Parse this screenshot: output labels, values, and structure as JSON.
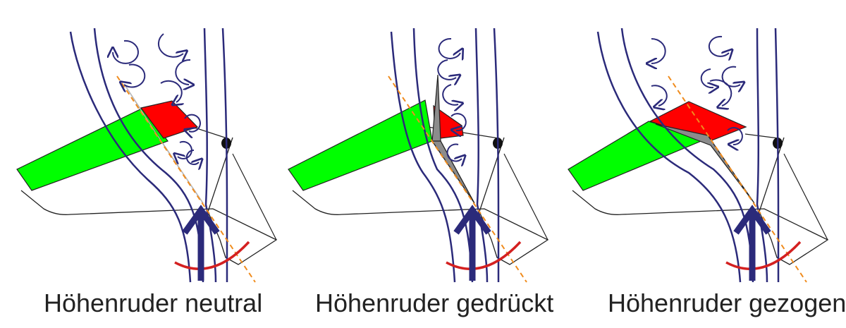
{
  "colors": {
    "flow_line": "#2b2a7a",
    "wing_green": "#00ff00",
    "elevator_red": "#ff0000",
    "fin_gray": "#8c8c8c",
    "angle_arc": "#d42020",
    "axis_dash": "#f08c1e",
    "outline": "#222222"
  },
  "panels": [
    {
      "caption": "Höhenruder neutral",
      "state": "neutral"
    },
    {
      "caption": "Höhenruder gedrückt",
      "state": "pushed"
    },
    {
      "caption": "Höhenruder gezogen",
      "state": "pulled"
    }
  ]
}
